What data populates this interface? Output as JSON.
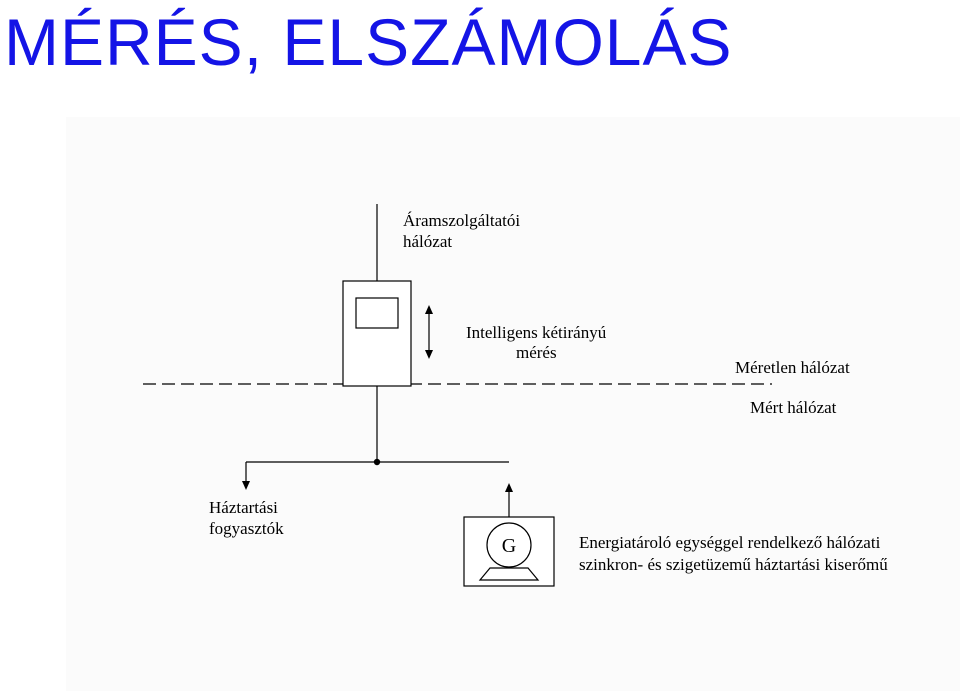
{
  "title": "MÉRÉS, ELSZÁMOLÁS",
  "colors": {
    "title": "#1414e6",
    "line": "#000000",
    "background": "#ffffff",
    "panel": "#fbfbfb"
  },
  "labels": {
    "grid_line1": "Áramszolgáltatói",
    "grid_line2": "hálózat",
    "meter_line1": "Intelligens kétirányú",
    "meter_line2": "mérés",
    "unmetered": "Méretlen hálózat",
    "metered": "Mért hálózat",
    "household_line1": "Háztartási",
    "household_line2": "fogyasztók",
    "generator_symbol": "G",
    "storage_line1": "Energiatároló egységgel rendelkező hálózati",
    "storage_line2": "szinkron- és szigetüzemű háztartási kiserőmű"
  },
  "icons": {
    "meter": "energy-meter-icon",
    "generator": "generator-icon",
    "bidirectional_arrow": "double-arrow-icon"
  }
}
